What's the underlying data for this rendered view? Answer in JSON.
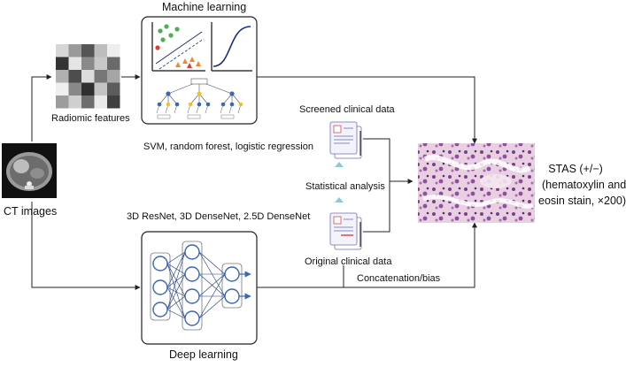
{
  "labels": {
    "machine_learning": "Machine learning",
    "radiomic_features": "Radiomic features",
    "ml_methods": "SVM, random forest, logistic regression",
    "ct_images": "CT images",
    "dl_methods": "3D ResNet, 3D DenseNet, 2.5D DenseNet",
    "deep_learning": "Deep learning",
    "screened_clinical": "Screened clinical data",
    "statistical_analysis": "Statistical analysis",
    "original_clinical": "Original clinical data",
    "concatenation": "Concatenation/bias",
    "stas_line1": "STAS (+/−)",
    "stas_line2": "(hematoxylin and",
    "stas_line3": "eosin stain, ×200)"
  },
  "colors": {
    "line": "#222222",
    "node_blue": "#3b67b3",
    "node_yellow": "#f2c12e",
    "arrow_teal": "#8cc9d2",
    "doc_accent": "#d94c4c",
    "doc_frame": "#6f6fb0",
    "he_purple": "#8b4f96",
    "he_pink": "#e8c7de"
  }
}
